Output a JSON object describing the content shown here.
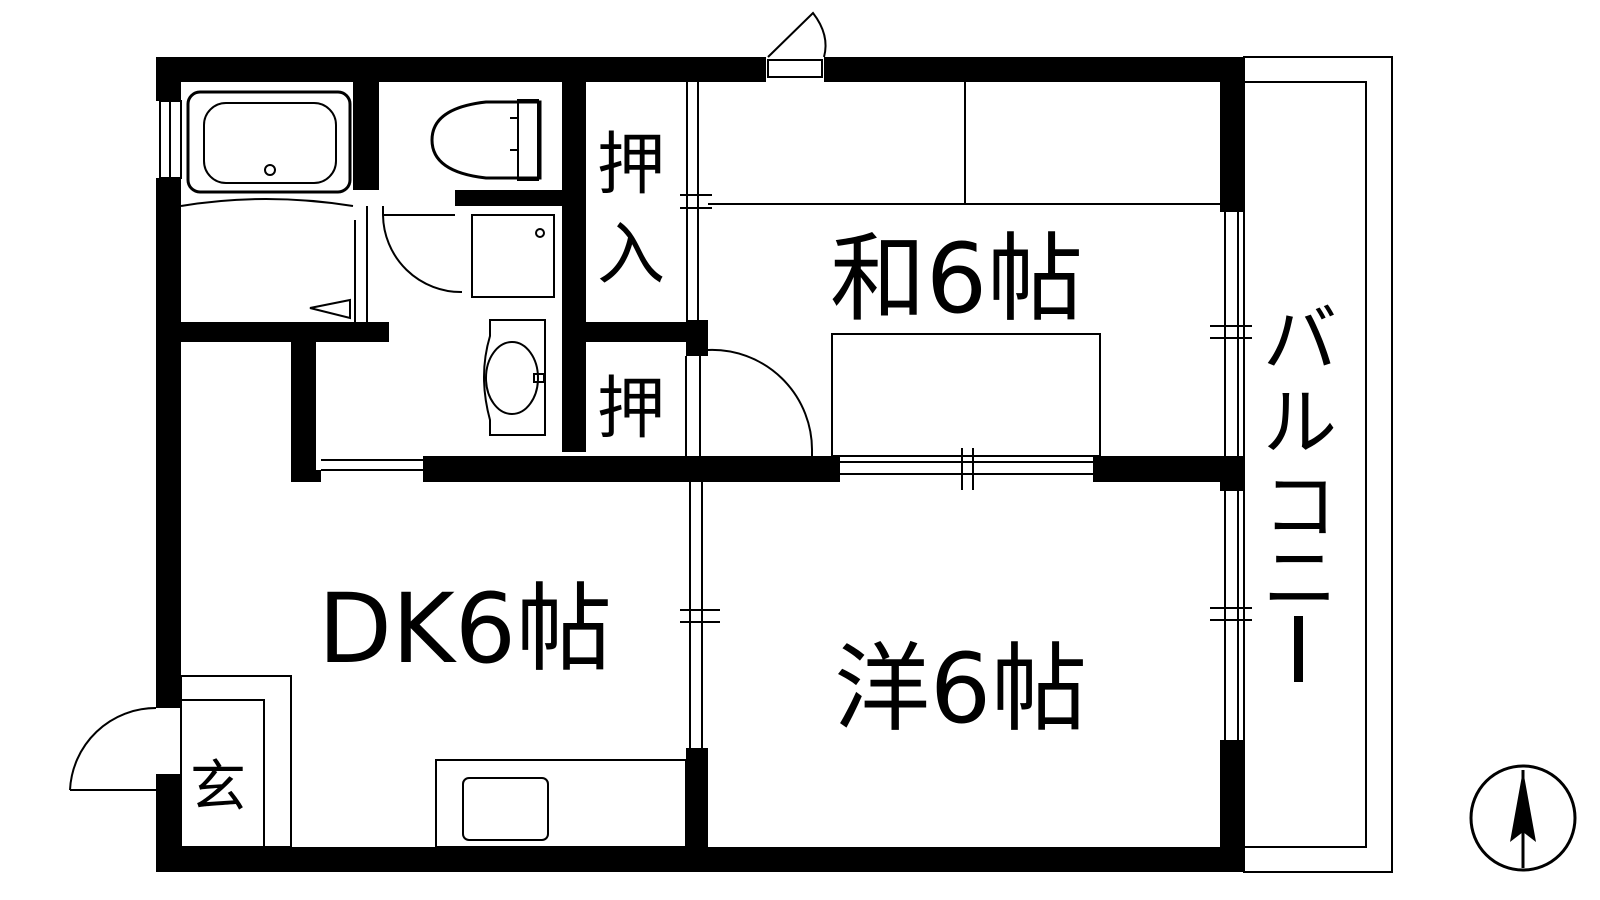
{
  "rooms": {
    "washitsu": "和6帖",
    "dk": "DK6帖",
    "yoshitsu": "洋6帖",
    "oshiire_large_line1": "押",
    "oshiire_large_line2": "入",
    "oshiire_small": "押",
    "genkan": "玄",
    "balcony": [
      "バ",
      "ル",
      "コ",
      "ニ",
      "ー"
    ]
  },
  "compass": {
    "icon": "north-arrow-icon"
  },
  "colors": {
    "wall": "#000000",
    "background": "#ffffff"
  }
}
